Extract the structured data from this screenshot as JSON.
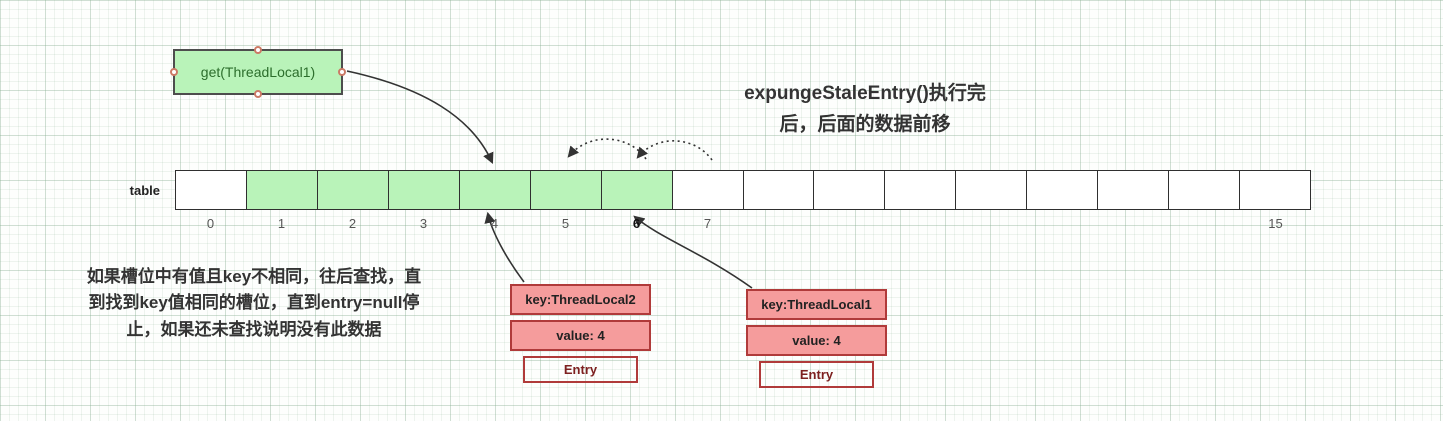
{
  "title": {
    "line1": "expungeStaleEntry()执行完",
    "line2": "后，后面的数据前移"
  },
  "get_box": {
    "label": "get(ThreadLocal1)"
  },
  "table": {
    "label": "table",
    "slot_count": 16,
    "green_slots": [
      1,
      2,
      3,
      4,
      5,
      6
    ],
    "indices": [
      "0",
      "1",
      "2",
      "3",
      "4",
      "5",
      "6",
      "7",
      "",
      "",
      "",
      "",
      "",
      "",
      "",
      "15"
    ],
    "bold_index": 6
  },
  "note": {
    "lines": [
      "如果槽位中有值且key不相同，往后查找，直",
      "到找到key值相同的槽位，直到entry=null停",
      "止，如果还未查找说明没有此数据"
    ]
  },
  "entries": [
    {
      "key": "key:ThreadLocal2",
      "value": "value: 4",
      "label": "Entry"
    },
    {
      "key": "key:ThreadLocal1",
      "value": "value: 4",
      "label": "Entry"
    }
  ],
  "colors": {
    "green_fill": "#b9f3b9",
    "entry_pink": "#f59c9c",
    "entry_red": "#f express55f5f",
    "entry_border": "#b03a3a",
    "arrow": "#333333"
  }
}
